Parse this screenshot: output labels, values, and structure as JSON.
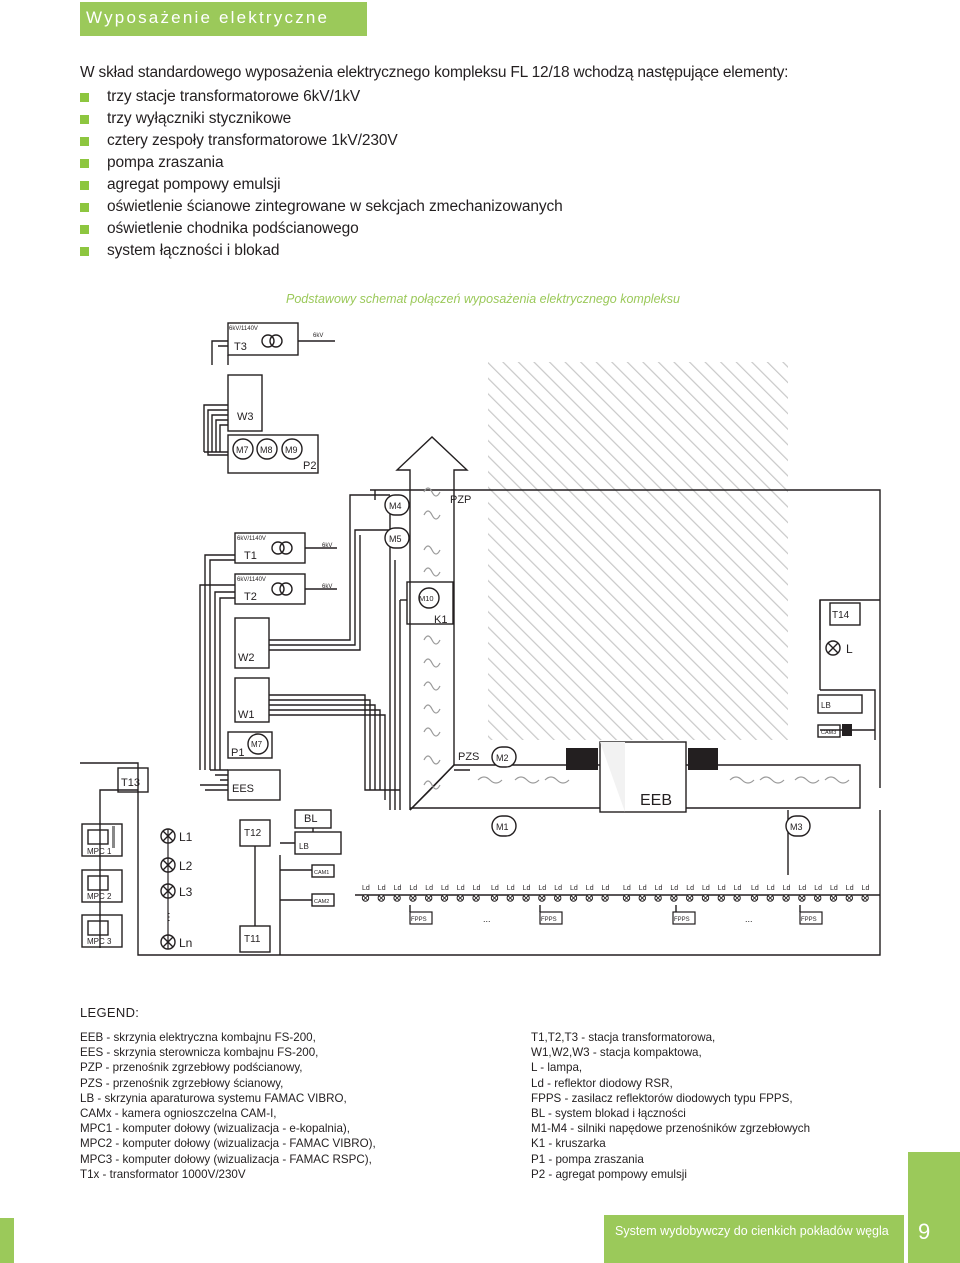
{
  "header": {
    "title": "Wyposażenie elektryczne"
  },
  "intro": "W skład standardowego wyposażenia elektrycznego kompleksu FL 12/18 wchodzą następujące elementy:",
  "features": [
    "trzy stacje transformatorowe 6kV/1kV",
    "trzy wyłączniki stycznikowe",
    "cztery zespoły transformatorowe 1kV/230V",
    "pompa zraszania",
    "agregat pompowy emulsji",
    "oświetlenie ścianowe zintegrowane w sekcjach zmechanizowanych",
    "oświetlenie chodnika podścianowego",
    "system łączności i blokad"
  ],
  "diagram": {
    "title": "Podstawowy schemat połączeń wyposażenia elektrycznego kompleksu",
    "labels": {
      "t3": "T3",
      "t3_ratio": "6kV/1140V",
      "t3_kv": "6kV",
      "w3": "W3",
      "m7a": "M7",
      "m8": "M8",
      "m9": "M9",
      "p2": "P2",
      "m4": "M4",
      "m5": "M5",
      "pzp": "PZP",
      "t1": "T1",
      "t1_ratio": "6kV/1140V",
      "t1_kv": "6kV",
      "t2": "T2",
      "t2_ratio": "6kV/1140V",
      "t2_kv": "6kV",
      "m10": "M10",
      "k1": "K1",
      "t14": "T14",
      "l": "L",
      "w2": "W2",
      "w1": "W1",
      "lb_right": "LB",
      "cam3": "CAM3",
      "p1": "P1",
      "m7b": "M7",
      "pzs": "PZS",
      "m2": "M2",
      "t13": "T13",
      "ees": "EES",
      "eeb": "EEB",
      "bl": "BL",
      "lb": "LB",
      "t12": "T12",
      "m1": "M1",
      "m3": "M3",
      "mpc1": "MPC 1",
      "mpc2": "MPC 2",
      "mpc3": "MPC 3",
      "l1": "L1",
      "l2": "L2",
      "l3": "L3",
      "ln": "Ln",
      "cam1": "CAM1",
      "cam2": "CAM2",
      "t11": "T11",
      "ld": "Ld",
      "fpps": "FPPS",
      "ellipsis": "..."
    }
  },
  "legend": {
    "title": "LEGEND:",
    "left": [
      "EEB - skrzynia elektryczna kombajnu FS-200,",
      "EES - skrzynia sterownicza kombajnu FS-200,",
      "PZP - przenośnik zgrzebłowy podścianowy,",
      "PZS - przenośnik zgrzebłowy ścianowy,",
      "LB - skrzynia aparaturowa systemu FAMAC VIBRO,",
      "CAMx - kamera ognioszczelna CAM-I,",
      "MPC1 - komputer dołowy (wizualizacja - e-kopalnia),",
      "MPC2 - komputer dołowy (wizualizacja - FAMAC VIBRO),",
      "MPC3 - komputer dołowy (wizualizacja - FAMAC RSPC),",
      "T1x - transformator 1000V/230V"
    ],
    "right": [
      "T1,T2,T3 - stacja transformatorowa,",
      "W1,W2,W3 - stacja kompaktowa,",
      "L - lampa,",
      "Ld - reflektor diodowy RSR,",
      "FPPS - zasilacz reflektorów diodowych typu FPPS,",
      "BL - system blokad i łączności",
      "M1-M4 - silniki napędowe przenośników zgrzebłowych",
      "K1 - kruszarka",
      "P1 - pompa zraszania",
      "P2 - agregat pompowy emulsji"
    ]
  },
  "footer": {
    "text": "System wydobywczy do cienkich pokładów węgla",
    "page_number": "9"
  },
  "colors": {
    "accent": "#9bc95a",
    "bullet": "#8dc63f",
    "text": "#231f20",
    "hatch": "#c8c8c8"
  }
}
